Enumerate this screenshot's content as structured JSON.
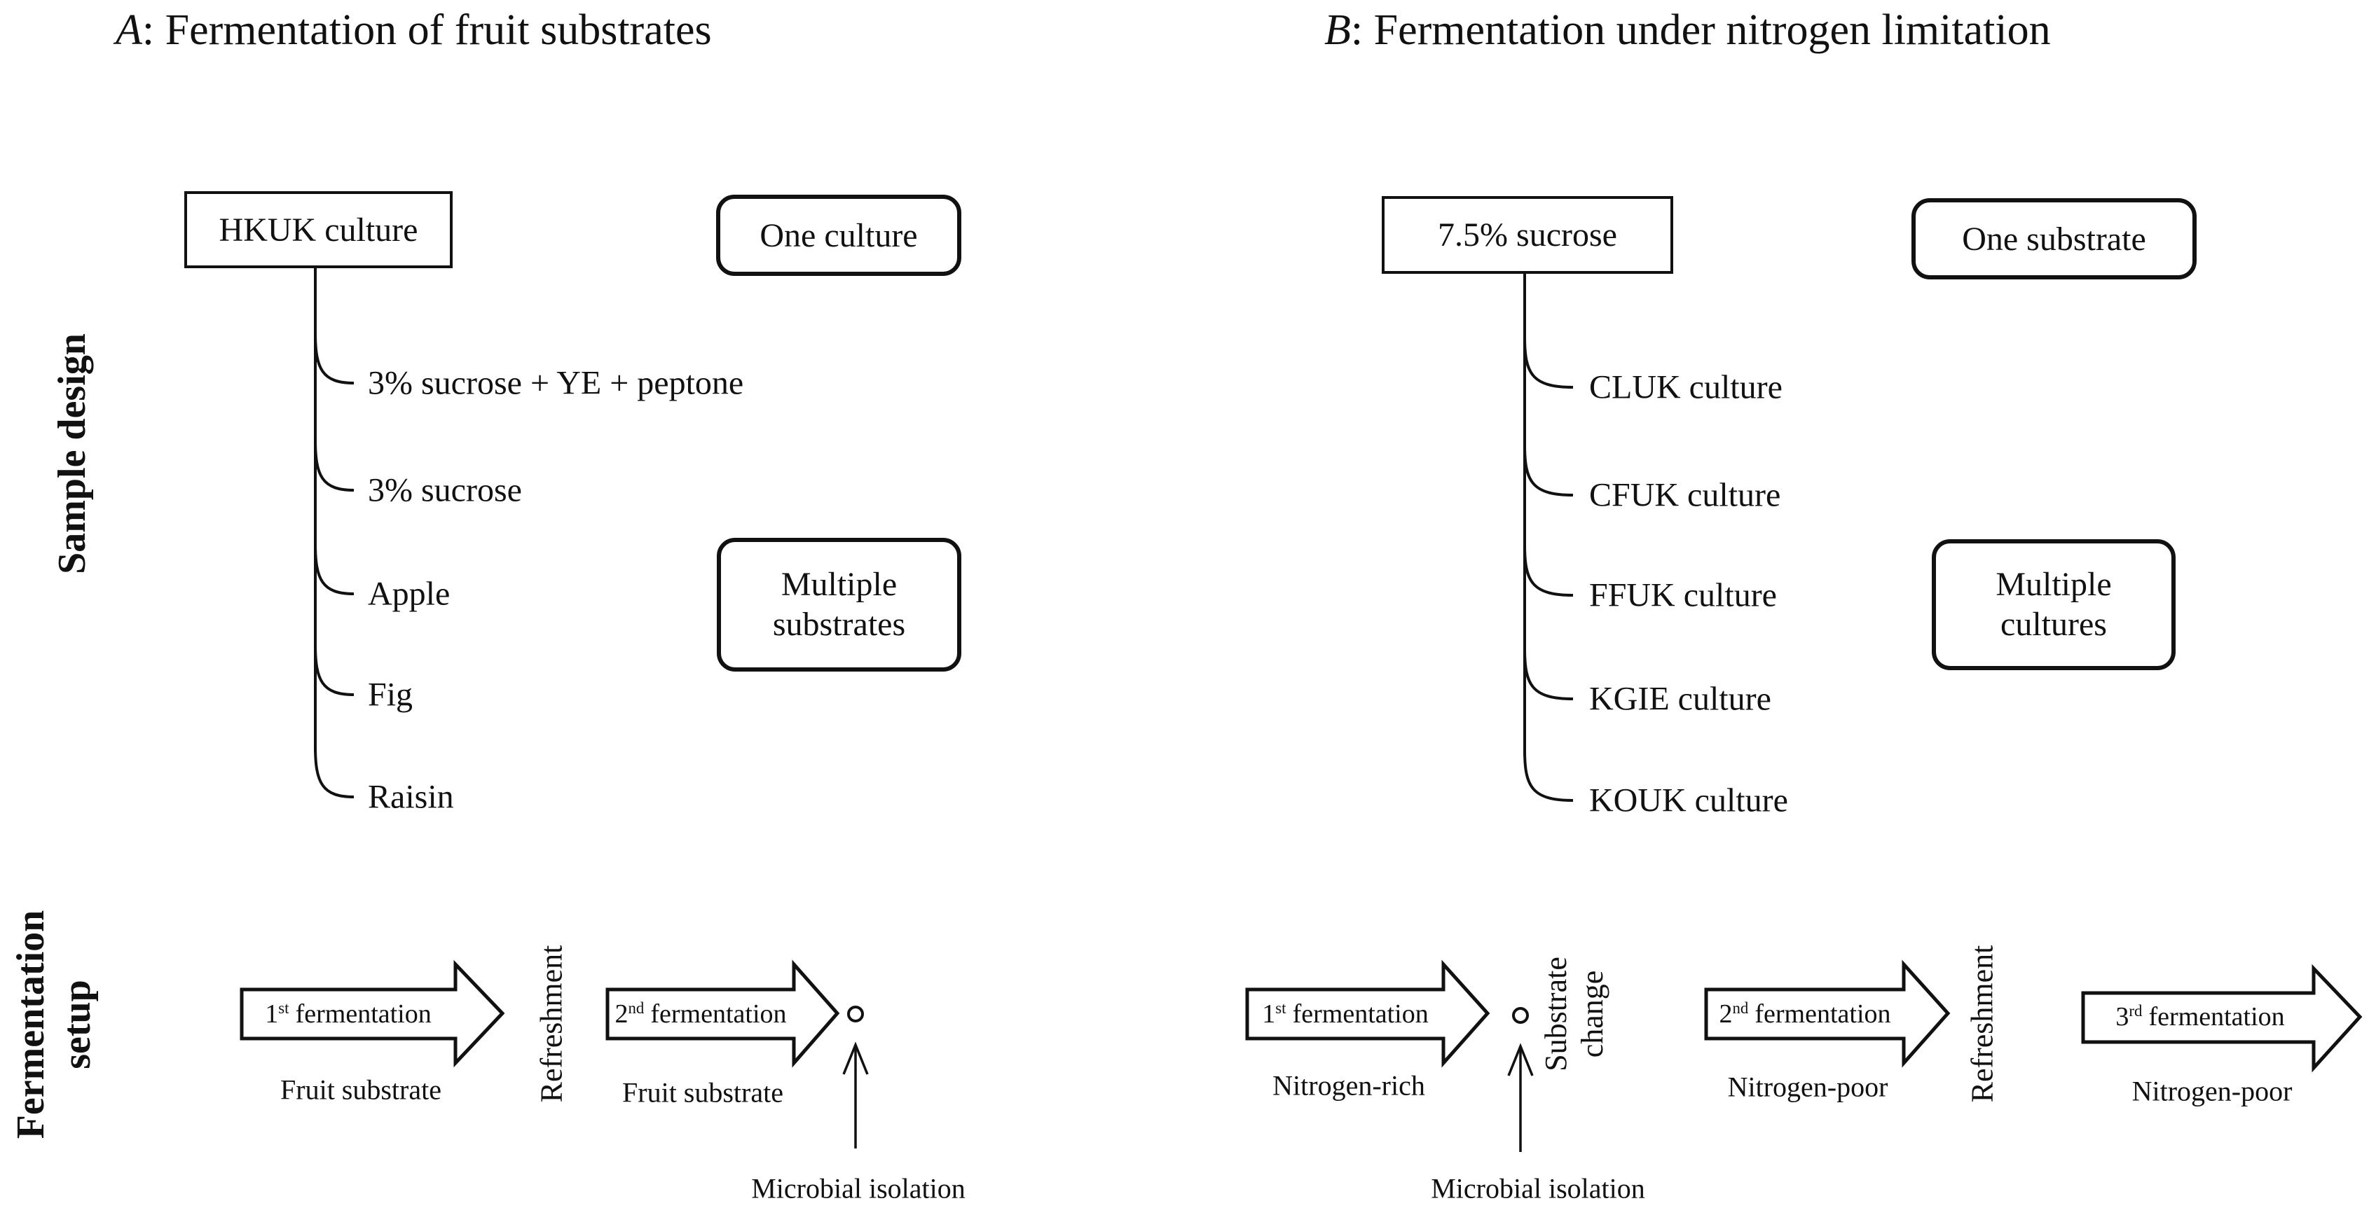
{
  "colors": {
    "ink": "#111111",
    "background": "#ffffff"
  },
  "side_labels": {
    "sample_design": "Sample design",
    "fermentation_setup": {
      "line1": "Fermentation",
      "line2": "setup"
    }
  },
  "panel_a": {
    "title": {
      "letter": "A",
      "rest": ": Fermentation of fruit substrates"
    },
    "culture_box": "HKUK culture",
    "one_box": "One culture",
    "multiple_box": {
      "line1": "Multiple",
      "line2": "substrates"
    },
    "branches": [
      "3% sucrose + YE + peptone",
      "3% sucrose",
      "Apple",
      "Fig",
      "Raisin"
    ],
    "flow": {
      "fermentation1": {
        "num": "1",
        "ord": "st",
        "word": "fermentation"
      },
      "fermentation2": {
        "num": "2",
        "ord": "nd",
        "word": "fermentation"
      },
      "substrate1": "Fruit substrate",
      "substrate2": "Fruit substrate",
      "refreshment": "Refreshment",
      "isolation": "Microbial isolation"
    }
  },
  "panel_b": {
    "title": {
      "letter": "B",
      "rest": ": Fermentation under nitrogen limitation"
    },
    "substrate_box": "7.5% sucrose",
    "one_box": "One substrate",
    "multiple_box": {
      "line1": "Multiple",
      "line2": "cultures"
    },
    "branches": [
      "CLUK culture",
      "CFUK culture",
      "FFUK culture",
      "KGIE culture",
      "KOUK culture"
    ],
    "flow": {
      "fermentation1": {
        "num": "1",
        "ord": "st",
        "word": "fermentation"
      },
      "fermentation2": {
        "num": "2",
        "ord": "nd",
        "word": "fermentation"
      },
      "fermentation3": {
        "num": "3",
        "ord": "rd",
        "word": "fermentation"
      },
      "stage1": "Nitrogen-rich",
      "stage2": "Nitrogen-poor",
      "stage3": "Nitrogen-poor",
      "substrate_change": {
        "line1": "Substrate",
        "line2": "change"
      },
      "refreshment": "Refreshment",
      "isolation": "Microbial isolation"
    }
  }
}
